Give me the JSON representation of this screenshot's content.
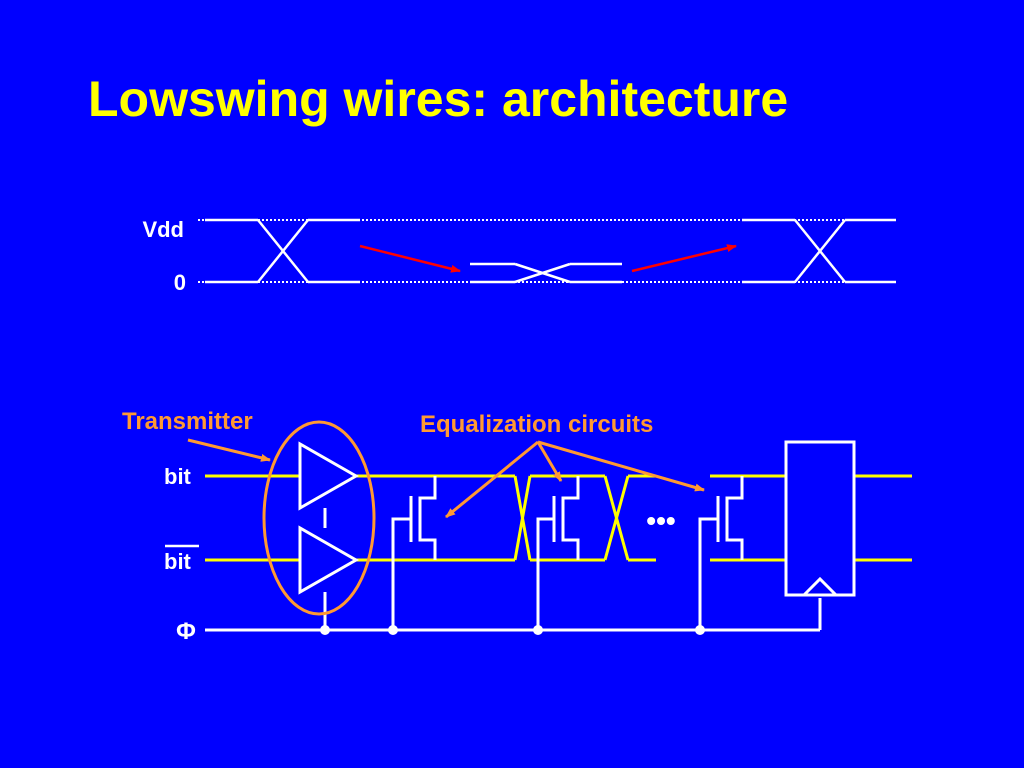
{
  "slide": {
    "title": "Lowswing wires: architecture"
  },
  "waveform": {
    "high_label": "Vdd",
    "low_label": "0"
  },
  "circuit": {
    "transmitter_label": "Transmitter",
    "equalization_label": "Equalization circuits",
    "bit_label": "bit",
    "bit_bar_label": "bit",
    "clock_label": "Φ",
    "ellipsis": "•••"
  },
  "colors": {
    "background": "#0000ff",
    "title": "#ffff00",
    "wire": "#ffff00",
    "annotation": "#ff9933",
    "waveform_arrow": "#ff0000",
    "line": "#ffffff"
  }
}
